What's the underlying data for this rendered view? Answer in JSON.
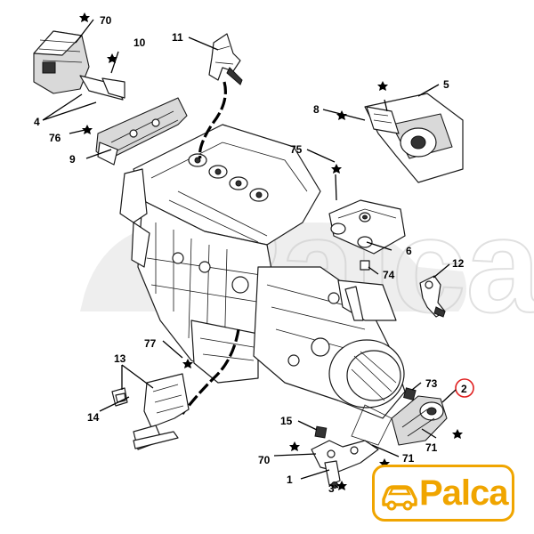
{
  "diagram": {
    "callouts": [
      {
        "id": "c70a",
        "label": "70"
      },
      {
        "id": "c10",
        "label": "10"
      },
      {
        "id": "c11",
        "label": "11"
      },
      {
        "id": "c4",
        "label": "4"
      },
      {
        "id": "c76",
        "label": "76"
      },
      {
        "id": "c9",
        "label": "9"
      },
      {
        "id": "c5",
        "label": "5"
      },
      {
        "id": "c8",
        "label": "8"
      },
      {
        "id": "c75",
        "label": "75"
      },
      {
        "id": "c6",
        "label": "6"
      },
      {
        "id": "c74",
        "label": "74"
      },
      {
        "id": "c12",
        "label": "12"
      },
      {
        "id": "c77",
        "label": "77"
      },
      {
        "id": "c13",
        "label": "13"
      },
      {
        "id": "c14",
        "label": "14"
      },
      {
        "id": "c73",
        "label": "73"
      },
      {
        "id": "c2",
        "label": "2"
      },
      {
        "id": "c15",
        "label": "15"
      },
      {
        "id": "c70b",
        "label": "70"
      },
      {
        "id": "c71a",
        "label": "71"
      },
      {
        "id": "c71b",
        "label": "71"
      },
      {
        "id": "c1",
        "label": "1"
      },
      {
        "id": "c3",
        "label": "3"
      }
    ],
    "highlighted_callout": "2",
    "highlight_color": "#e02020",
    "line_color": "#000000"
  },
  "logo": {
    "text": "Palca",
    "color": "#f0a500",
    "icon": "car-icon"
  },
  "watermark": {
    "text": "Palca"
  }
}
